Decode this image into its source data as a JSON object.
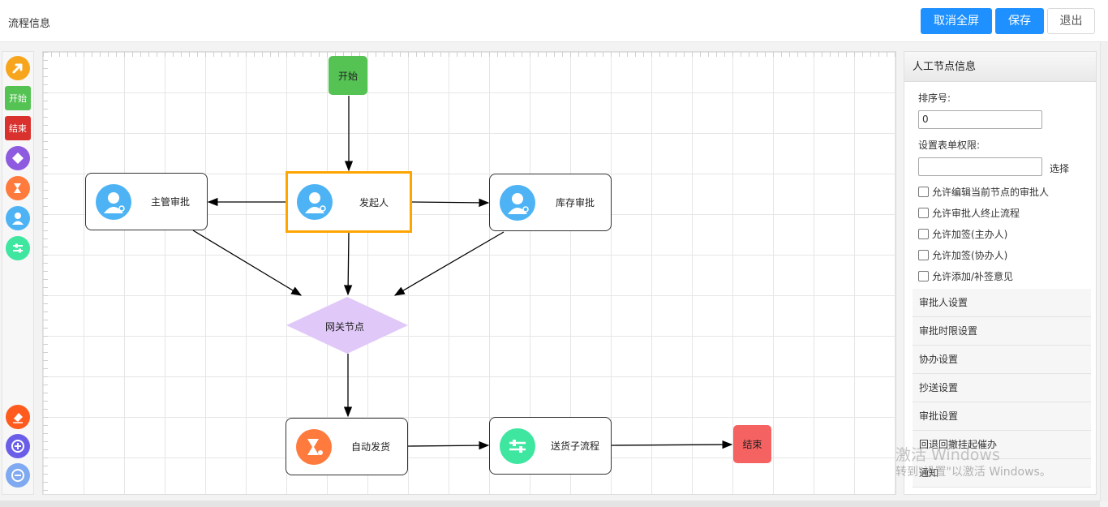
{
  "header": {
    "title": "流程信息",
    "buttons": {
      "cancel_fullscreen": "取消全屏",
      "save": "保存",
      "exit": "退出"
    }
  },
  "toolbar": {
    "start_label": "开始",
    "end_label": "结束",
    "tools": [
      "arrow-icon",
      "start-node",
      "end-node",
      "gateway-icon",
      "auto-task-icon",
      "user-task-icon",
      "subprocess-icon",
      "eraser-icon",
      "zoom-in-icon",
      "zoom-out-icon"
    ]
  },
  "flow": {
    "start": "开始",
    "initiator": "发起人",
    "manager_approval": "主管审批",
    "stock_approval": "库存审批",
    "gateway": "网关节点",
    "auto_ship": "自动发货",
    "ship_subprocess": "送货子流程",
    "end": "结束"
  },
  "panel": {
    "title": "人工节点信息",
    "order_label": "排序号:",
    "order_value": "0",
    "form_perm_label": "设置表单权限:",
    "form_perm_value": "",
    "choose": "选择",
    "checkboxes": [
      "允许编辑当前节点的审批人",
      "允许审批人终止流程",
      "允许加签(主办人)",
      "允许加签(协办人)",
      "允许添加/补签意见"
    ],
    "sections": [
      "审批人设置",
      "审批时限设置",
      "协办设置",
      "抄送设置",
      "审批设置",
      "回退回撤挂起催办",
      "通知"
    ]
  },
  "watermark": {
    "line1": "激活 Windows",
    "line2": "转到\"设置\"以激活 Windows。"
  },
  "colors": {
    "primary": "#1e90ff",
    "start": "#55c254",
    "end": "#f56262",
    "selected": "#ffa500",
    "user_icon": "#4db3f5",
    "auto_icon": "#ff7a3d",
    "subprocess_icon": "#3ee6a0",
    "gateway": "#e0c8f8"
  }
}
